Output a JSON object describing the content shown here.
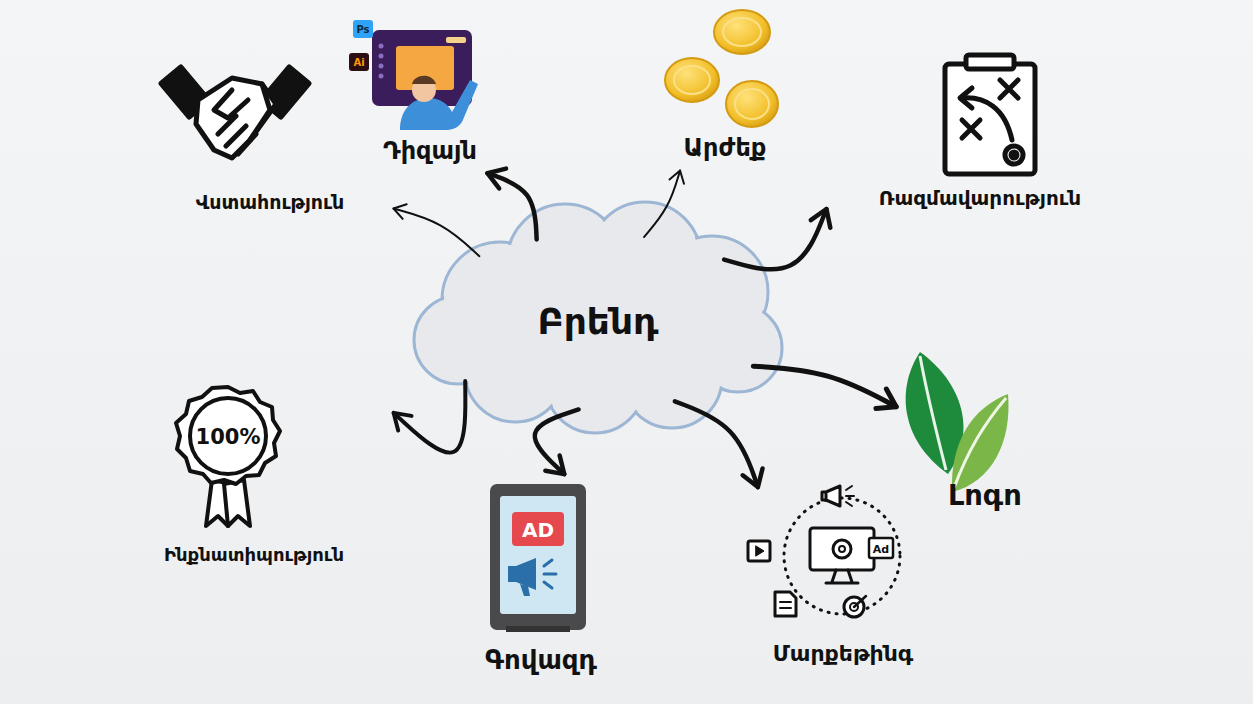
{
  "diagram": {
    "nodes": [
      {
        "text": [
          "Բրենդ"
        ]
      },
      {
        "text": [
          "Վստահություն"
        ]
      },
      {
        "text": [
          "Դիզայն"
        ]
      },
      {
        "text": [
          "Արժեք"
        ]
      },
      {
        "text": [
          "Ռազմավարություն"
        ]
      },
      {
        "text": [
          "Ինքնատիպություն"
        ]
      },
      {
        "text": [
          "Լոգո"
        ]
      },
      {
        "text": [
          "Մարքեթինգ"
        ]
      },
      {
        "text": [
          "Գովազդ"
        ]
      }
    ],
    "edges": [
      {
        "from": 0,
        "to": 1,
        "arrow": "to"
      },
      {
        "from": 0,
        "to": 2,
        "arrow": "to"
      },
      {
        "from": 0,
        "to": 3,
        "arrow": "to"
      },
      {
        "from": 0,
        "to": 4,
        "arrow": "to"
      },
      {
        "from": 0,
        "to": 5,
        "arrow": "to"
      },
      {
        "from": 0,
        "to": 6,
        "arrow": "to"
      },
      {
        "from": 0,
        "to": 7,
        "arrow": "to"
      },
      {
        "from": 0,
        "to": 8,
        "arrow": "to"
      }
    ],
    "labels": [
      "Ps",
      "Ai",
      "AD",
      "100%",
      "Ad"
    ]
  }
}
